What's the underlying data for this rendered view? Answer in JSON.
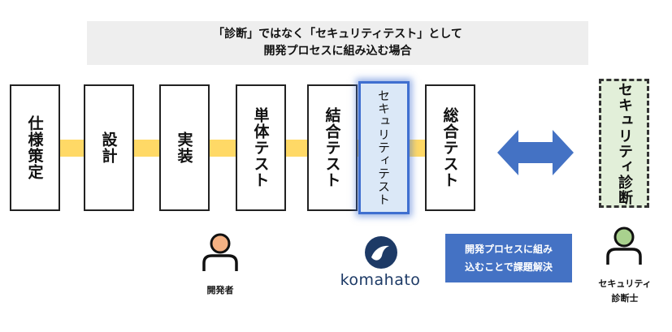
{
  "title": {
    "line1": "「診断」ではなく「セキュリティテスト」として",
    "line2": "開発プロセスに組み込む場合"
  },
  "process_steps": [
    {
      "label": "仕様策定"
    },
    {
      "label": "設計"
    },
    {
      "label": "実装"
    },
    {
      "label": "単体テスト"
    },
    {
      "label": "結合テスト"
    },
    {
      "label": "セキュリティテスト",
      "highlighted": true
    },
    {
      "label": "総合テスト"
    }
  ],
  "diagnosis_box": {
    "label": "セキュリティ診断"
  },
  "developer": {
    "caption": "開発者"
  },
  "logo": {
    "brand": "komahato"
  },
  "solution_badge": {
    "line1": "開発プロセスに組み",
    "line2": "込むことで課題解決"
  },
  "security_auditor": {
    "caption_line1": "セキュリティ",
    "caption_line2": "診断士"
  },
  "colors": {
    "connector": "#ffd966",
    "highlight_fill": "#dbe8f7",
    "highlight_border": "#3f6fd0",
    "arrow": "#4472c4",
    "diagnosis_fill": "#e2efd9",
    "developer_head": "#f4b183",
    "auditor_head": "#a9d18e",
    "solution_fill": "#4472c4"
  },
  "icons": {
    "developer": "person-icon",
    "auditor": "person-icon",
    "logo": "bird-logo-icon",
    "arrow": "double-arrow-icon"
  }
}
